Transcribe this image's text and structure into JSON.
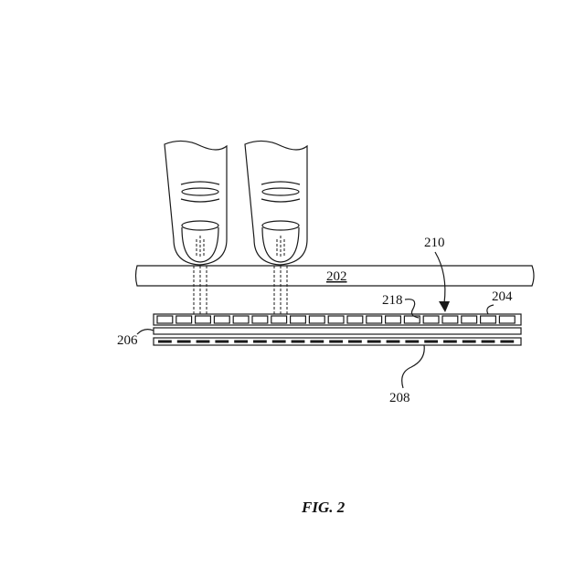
{
  "figure": {
    "caption": "FIG. 2",
    "labels": {
      "cover_layer": "202",
      "sensor_array": "204",
      "substrate_layer": "206",
      "backing_layer": "208",
      "arrow_ref": "210",
      "sensor_element": "218"
    }
  }
}
